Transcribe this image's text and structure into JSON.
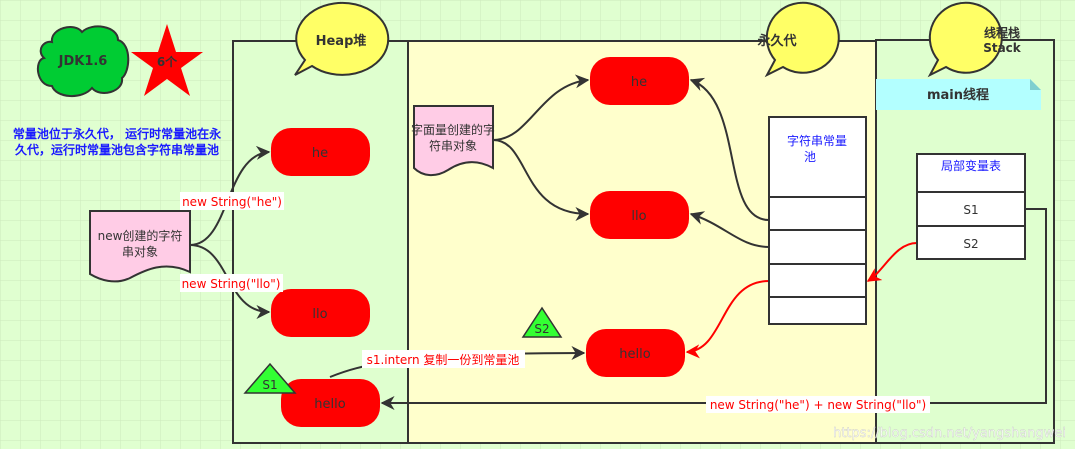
{
  "colors": {
    "background": "#e0ffd0",
    "grid": "#cde8bd",
    "perm_fill": "#ffffcc",
    "bubble": "#ffff66",
    "pill": "#ff0000",
    "cloud": "#00cc33",
    "doc": "#ffcce6",
    "triangle": "#33ff33",
    "banner": "#b3ffff"
  },
  "badges": {
    "jdk": "JDK1.6",
    "star": "6个"
  },
  "note": {
    "line1": "常量池位于永久代， 运行时常量池在永",
    "line2": "久代，运行时常量池包含字符串常量池"
  },
  "regions": {
    "heap": "Heap堆",
    "perm": "永久代",
    "stack_line1": "线程栈",
    "stack_line2": "Stack"
  },
  "heap": {
    "doc_line1": "new创建的字符",
    "doc_line2": "串对象",
    "he": "he",
    "llo": "llo",
    "hello": "hello",
    "label_he": "new String(\"he\")",
    "label_llo": "new String(\"llo\")",
    "triangle": "S1"
  },
  "perm": {
    "doc_line1": "字面量创建的字",
    "doc_line2": "符串对象",
    "he": "he",
    "llo": "llo",
    "hello": "hello",
    "triangle": "S2",
    "pool_line1": "字符串常量",
    "pool_line2": "池"
  },
  "intern_label": "s1.intern 复制一份到常量池",
  "stack": {
    "thread": "main线程",
    "locals_title": "局部变量表",
    "s1": "S1",
    "s2": "S2"
  },
  "concat_label": "new String(\"he\") + new String(\"llo\")",
  "watermark": "https://blog.csdn.net/yangshangwei"
}
